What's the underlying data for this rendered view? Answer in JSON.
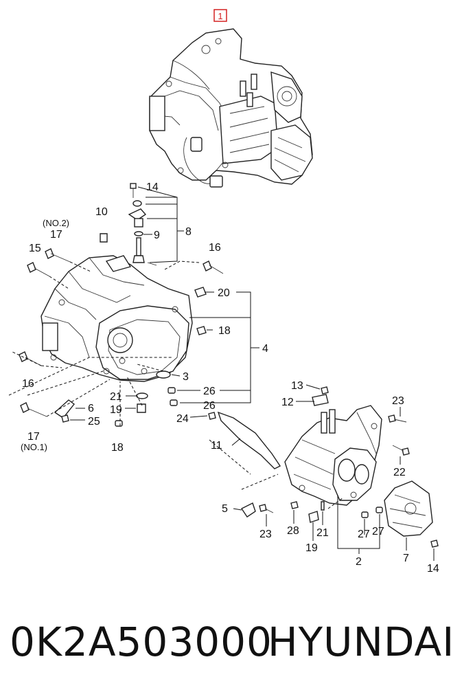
{
  "callouts": {
    "c1": "1",
    "c2": "2",
    "c3": "3",
    "c4": "4",
    "c5": "5",
    "c6": "6",
    "c7": "7",
    "c8": "8",
    "c9": "9",
    "c10": "10",
    "c11": "11",
    "c12": "12",
    "c13": "13",
    "c14a": "14",
    "c14b": "14",
    "c15": "15",
    "c16a": "16",
    "c16b": "16",
    "c17a": "17",
    "c17b": "17",
    "no2": "(NO.2)",
    "no1": "(NO.1)",
    "c18a": "18",
    "c18b": "18",
    "c19a": "19",
    "c19b": "19",
    "c20": "20",
    "c21a": "21",
    "c21b": "21",
    "c22": "22",
    "c23a": "23",
    "c23b": "23",
    "c24": "24",
    "c25": "25",
    "c26a": "26",
    "c26b": "26",
    "c27a": "27",
    "c27b": "27",
    "c28": "28"
  },
  "highlight_color": "#d42020",
  "caption": {
    "part_number": "0K2A503000",
    "brand": "HYUNDAI"
  }
}
